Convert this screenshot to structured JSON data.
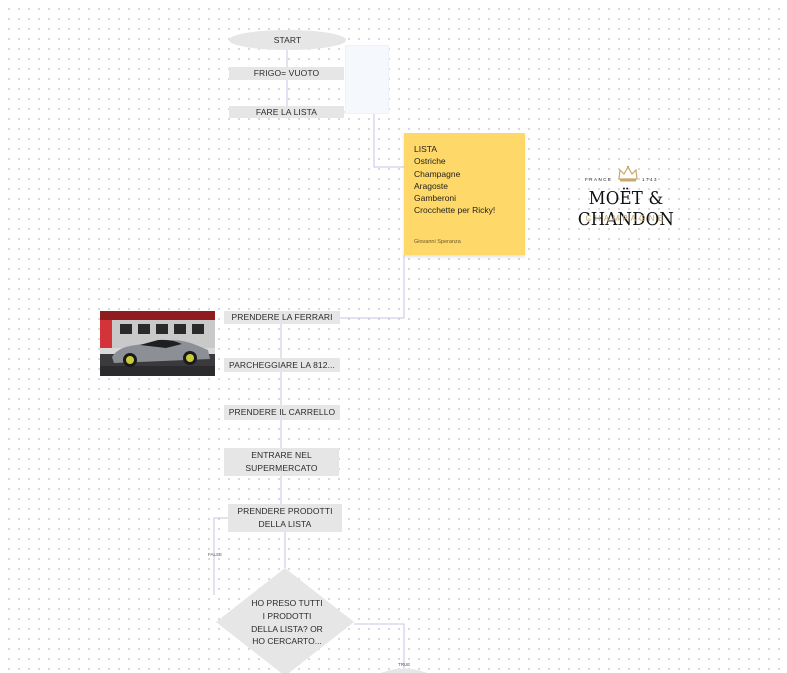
{
  "nodes": {
    "start": "START",
    "frigo": "FRIGO= VUOTO",
    "fare_lista": "FARE LA LISTA",
    "ferrari": "PRENDERE LA FERRARI",
    "parcheggiare": "PARCHEGGIARE LA 812...",
    "carrello": "PRENDERE IL CARRELLO",
    "entrare_1": "ENTRARE NEL",
    "entrare_2": "SUPERMERCATO",
    "prodotti_1": "PRENDERE PRODOTTI",
    "prodotti_2": "DELLA LISTA",
    "decision_lines": [
      "HO PRESO TUTTI",
      "I PRODOTTI",
      "DELLA LISTA? OR",
      "HO CERCARTO..."
    ]
  },
  "edge_labels": {
    "false": "FALSE",
    "true": "TRUE"
  },
  "sticky": {
    "lines": [
      "LISTA",
      "Ostriche",
      "Champagne",
      "Aragoste",
      "Gamberoni",
      "Crocchette per Ricky!"
    ],
    "author": "Giovanni Speranza",
    "color": "#fed869"
  },
  "logo": {
    "france": "FRANCE",
    "year": "1743",
    "brand": "MOËT & CHANDON",
    "sub": "CHAMPAGNE"
  },
  "colors": {
    "node_fill": "#e6e6e6",
    "connector": "#c8c6e6",
    "sticky": "#fed869",
    "logo_gold": "#c9a96a"
  }
}
